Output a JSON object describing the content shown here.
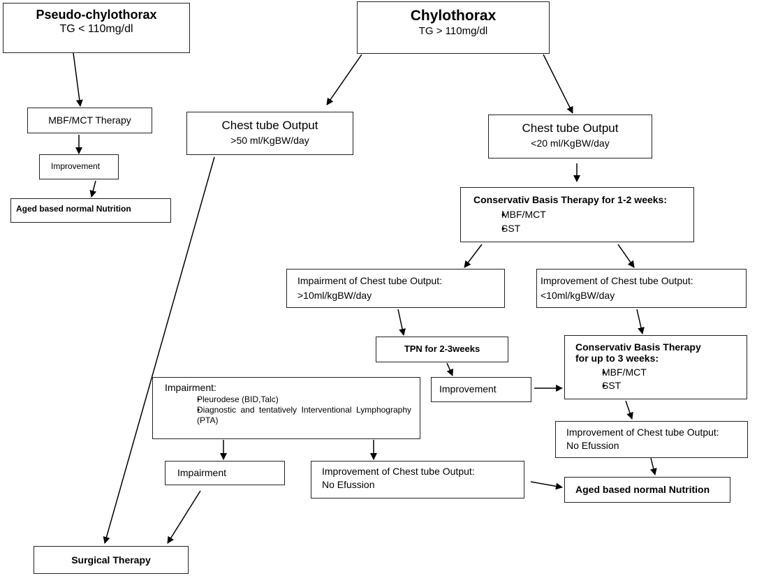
{
  "pseudo": {
    "title": "Pseudo-chylothorax",
    "subtitle": "TG < 110mg/dl"
  },
  "mbf_mct": {
    "label": "MBF/MCT Therapy"
  },
  "improvement_left": {
    "label": "Improvement"
  },
  "aged_left": {
    "label": "Aged based normal Nutrition"
  },
  "chylo": {
    "title": "Chylothorax",
    "subtitle": "TG > 110mg/dl"
  },
  "output_high": {
    "title": "Chest tube Output",
    "subtitle": ">50 ml/KgBW/day"
  },
  "output_low": {
    "title": "Chest tube Output",
    "subtitle": "<20 ml/KgBW/day"
  },
  "conservative_1": {
    "title": "Conservativ Basis Therapy for 1-2 weeks:",
    "items": [
      "MBF/MCT",
      "SST"
    ]
  },
  "impairment_output": {
    "line1": "Impairment of Chest tube Output:",
    "line2": ">10ml/kgBW/day"
  },
  "improvement_output": {
    "line1": "Improvement of Chest tube Output:",
    "line2": "<10ml/kgBW/day"
  },
  "tpn": {
    "label": "TPN for 2-3weeks"
  },
  "improvement_mid": {
    "label": "Improvement"
  },
  "conservative_2": {
    "title_line1": "Conservativ Basis Therapy",
    "title_line2": "for up to 3 weeks:",
    "items": [
      "MBF/MCT",
      "SST"
    ]
  },
  "impairment_box": {
    "title": "Impairment:",
    "items": [
      "Pleurodese (BID,Talc)",
      "Diagnostic and tentatively Interventional Lymphography (PTA)"
    ]
  },
  "impairment_small": {
    "label": "Impairment"
  },
  "no_effusion_mid": {
    "line1": "Improvement of Chest tube Output:",
    "line2": "No Efussion"
  },
  "no_effusion_right": {
    "line1": "Improvement of Chest tube Output:",
    "line2": "No Efussion"
  },
  "aged_right": {
    "label": "Aged based normal Nutrition"
  },
  "surgical": {
    "label": "Surgical Therapy"
  }
}
